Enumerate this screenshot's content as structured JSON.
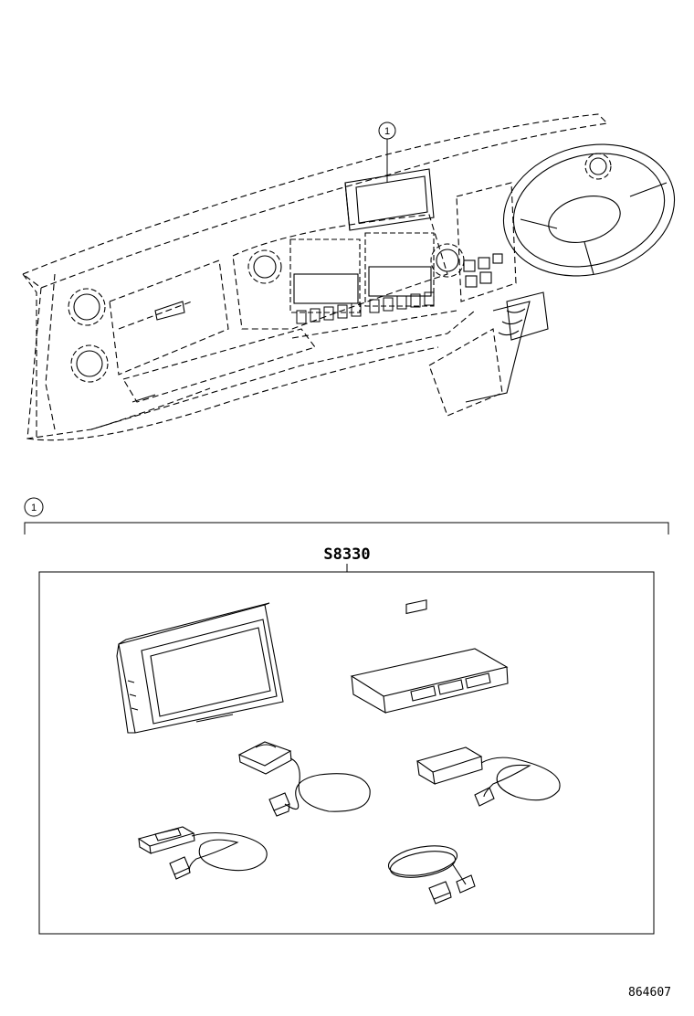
{
  "callout": {
    "number": "1"
  },
  "kit": {
    "part_code": "S8330"
  },
  "figure": {
    "reference_number": "864607"
  }
}
